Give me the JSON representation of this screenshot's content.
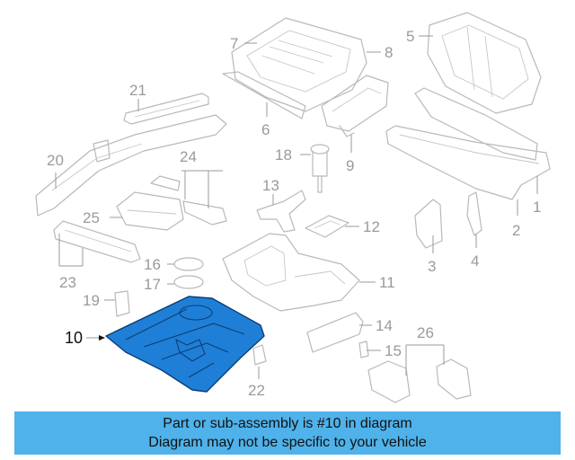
{
  "callouts": {
    "c1": "1",
    "c2": "2",
    "c3": "3",
    "c4": "4",
    "c5": "5",
    "c6": "6",
    "c7": "7",
    "c8": "8",
    "c9": "9",
    "c10": "10",
    "c11": "11",
    "c12": "12",
    "c13": "13",
    "c14": "14",
    "c15": "15",
    "c16": "16",
    "c17": "17",
    "c18": "18",
    "c19": "19",
    "c20": "20",
    "c21": "21",
    "c22": "22",
    "c23": "23",
    "c24": "24",
    "c25": "25",
    "c26": "26"
  },
  "highlighted_part": "10",
  "colors": {
    "highlight": "#1f7fd6",
    "caption_bg": "#4fb2ea",
    "line_art": "#b9b9b9"
  },
  "caption": {
    "line1": "Part or sub-assembly is #10 in diagram",
    "line2": "Diagram may not be specific to your vehicle"
  }
}
